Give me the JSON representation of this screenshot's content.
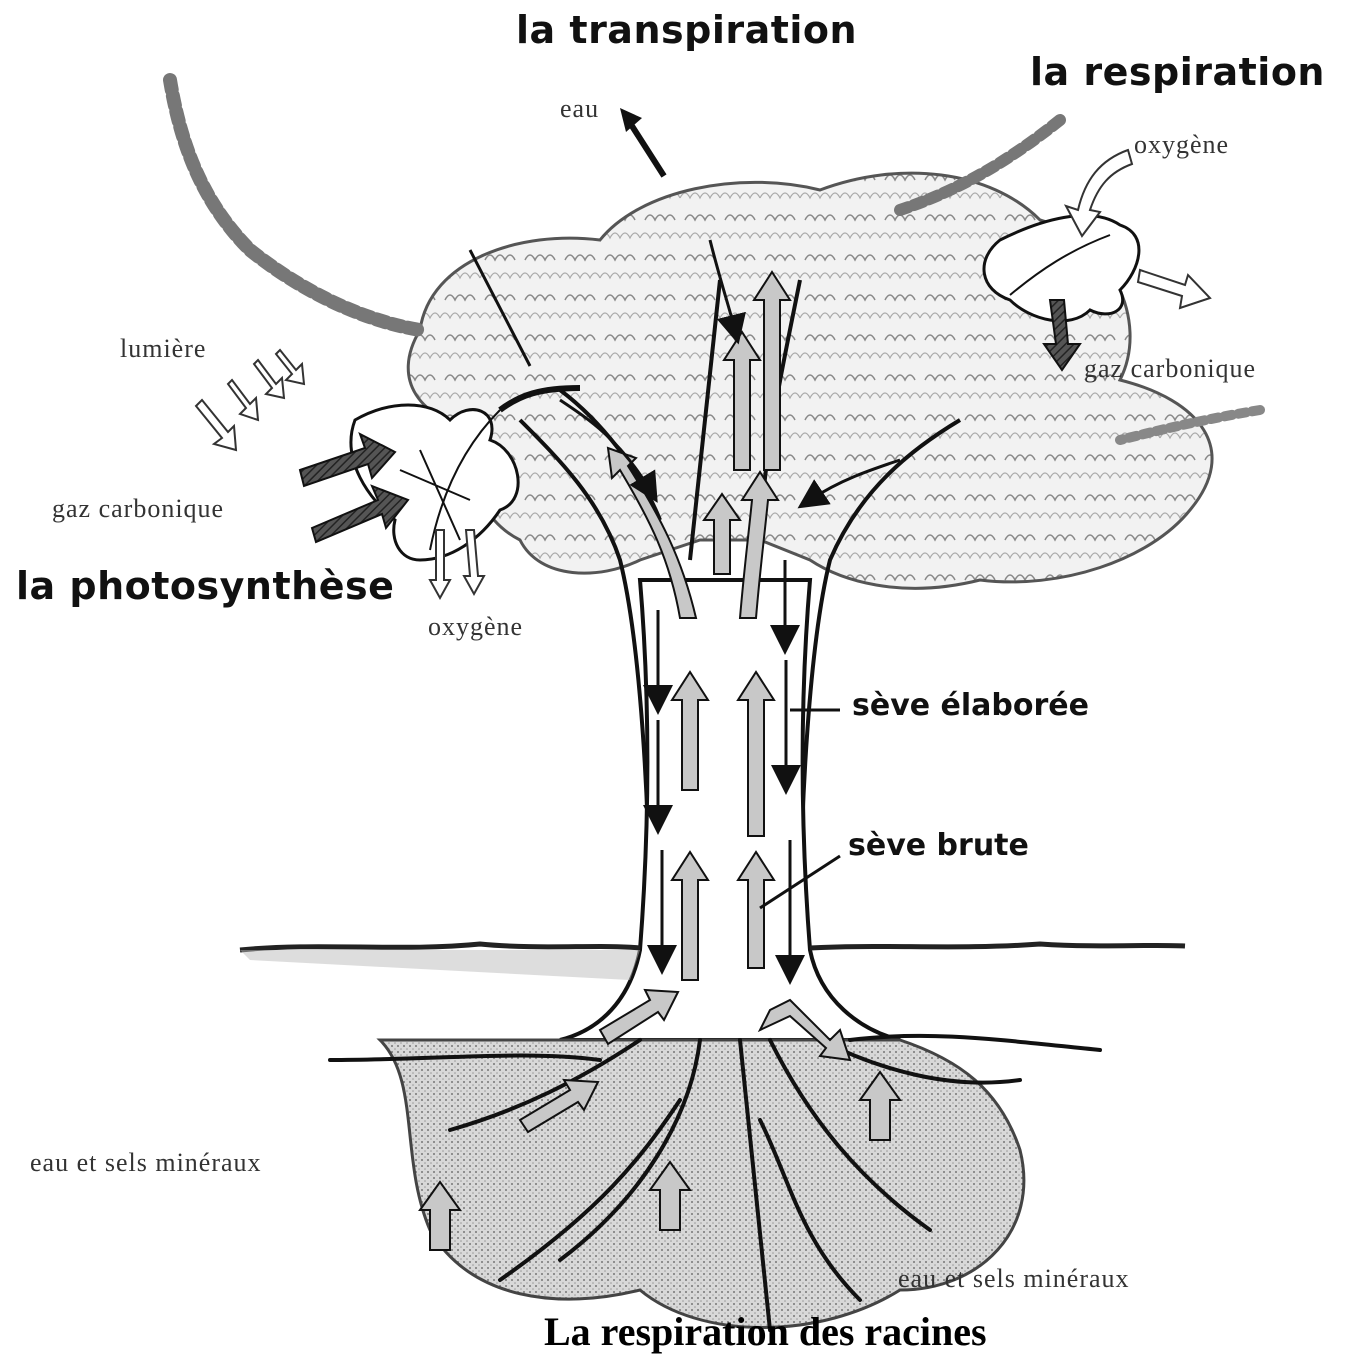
{
  "labels": {
    "transpiration": "la transpiration",
    "respiration": "la respiration",
    "photosynthese": "la photosynthèse",
    "eau": "eau",
    "oxygene_top": "oxygène",
    "gaz_carbonique_right": "gaz carbonique",
    "lumiere": "lumière",
    "gaz_carbonique_left": "gaz carbonique",
    "oxygene_left": "oxygène",
    "seve_elaboree": "sève élaborée",
    "seve_brute": "sève brute",
    "eau_sels_left": "eau et sels minéraux",
    "eau_sels_right": "eau et sels minéraux"
  },
  "caption": "La respiration des racines",
  "colors": {
    "ink": "#111111",
    "arrow_fill": "#bdbdbd",
    "foliage": "#e8e8e8",
    "soil": "#cfcfcf"
  }
}
